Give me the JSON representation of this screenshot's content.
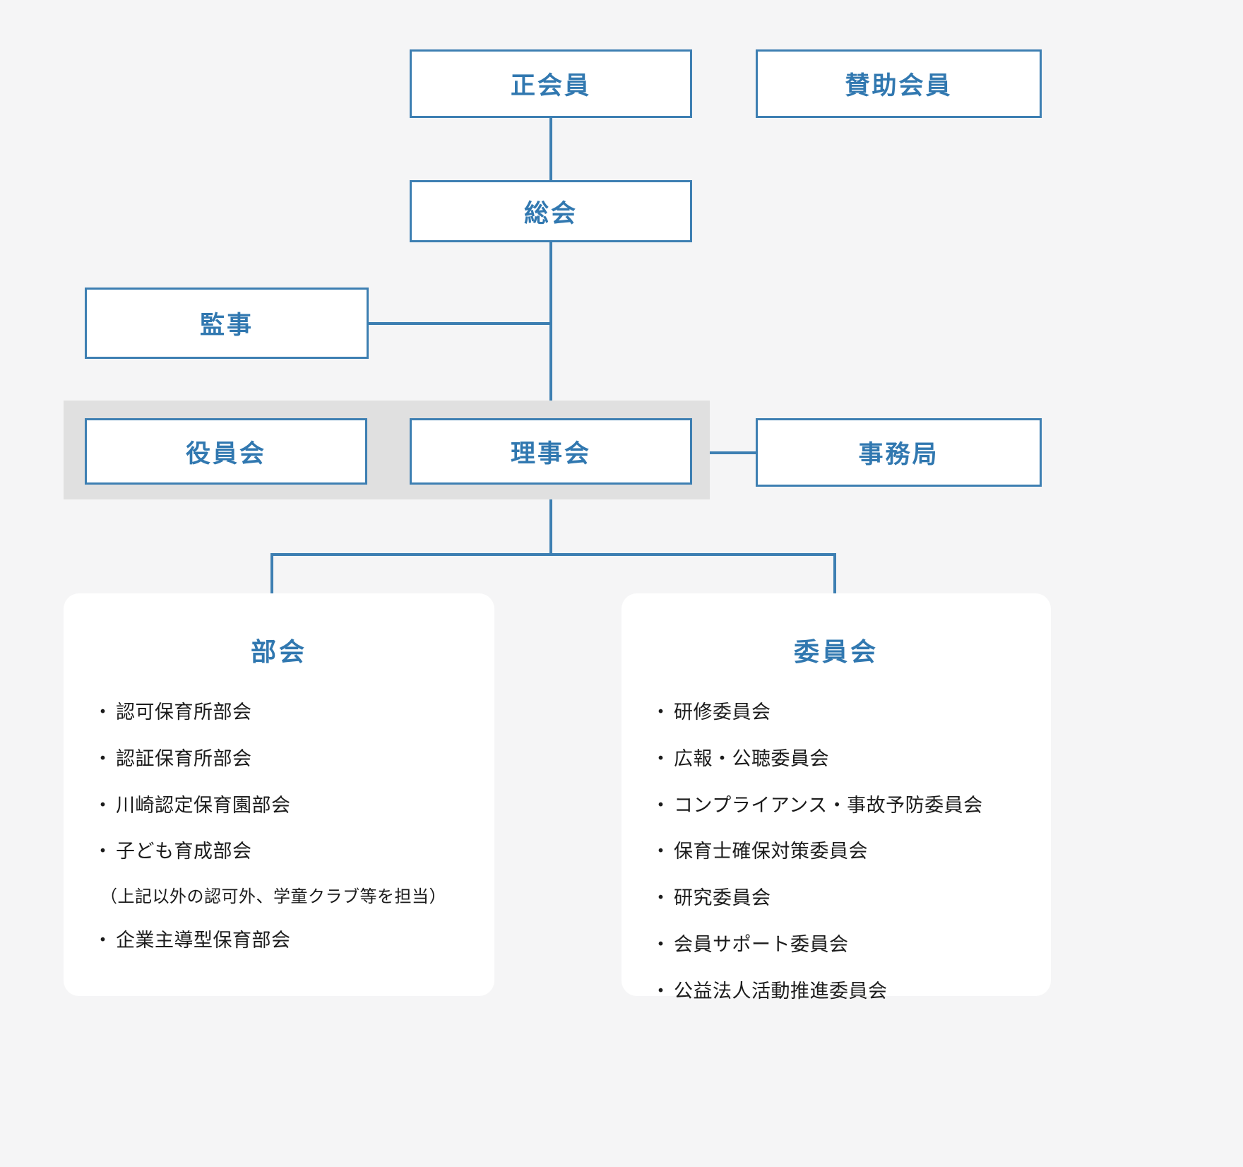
{
  "colors": {
    "accent": "#3178b0",
    "border": "#3d7fb2",
    "line": "#3d7fb2",
    "band": "#e0e0e0",
    "page_background": "#f5f5f6",
    "card_background": "#ffffff",
    "body_text": "#1b1b1b"
  },
  "nodes": {
    "regular_member": "正会員",
    "supporting_member": "賛助会員",
    "general_meeting": "総会",
    "auditor": "監事",
    "officers_meeting": "役員会",
    "board_of_directors": "理事会",
    "secretariat": "事務局"
  },
  "panels": [
    {
      "title": "部会",
      "items": [
        {
          "text": "認可保育所部会",
          "type": "bullet"
        },
        {
          "text": "認証保育所部会",
          "type": "bullet"
        },
        {
          "text": "川崎認定保育園部会",
          "type": "bullet"
        },
        {
          "text": "子ども育成部会",
          "type": "bullet"
        },
        {
          "text": "（上記以外の認可外、学童クラブ等を担当）",
          "type": "note"
        },
        {
          "text": "企業主導型保育部会",
          "type": "bullet"
        }
      ]
    },
    {
      "title": "委員会",
      "items": [
        {
          "text": "研修委員会",
          "type": "bullet"
        },
        {
          "text": "広報・公聴委員会",
          "type": "bullet"
        },
        {
          "text": "コンプライアンス・事故予防委員会",
          "type": "bullet"
        },
        {
          "text": "保育士確保対策委員会",
          "type": "bullet"
        },
        {
          "text": "研究委員会",
          "type": "bullet"
        },
        {
          "text": "会員サポート委員会",
          "type": "bullet"
        },
        {
          "text": "公益法人活動推進委員会",
          "type": "bullet"
        }
      ]
    }
  ]
}
